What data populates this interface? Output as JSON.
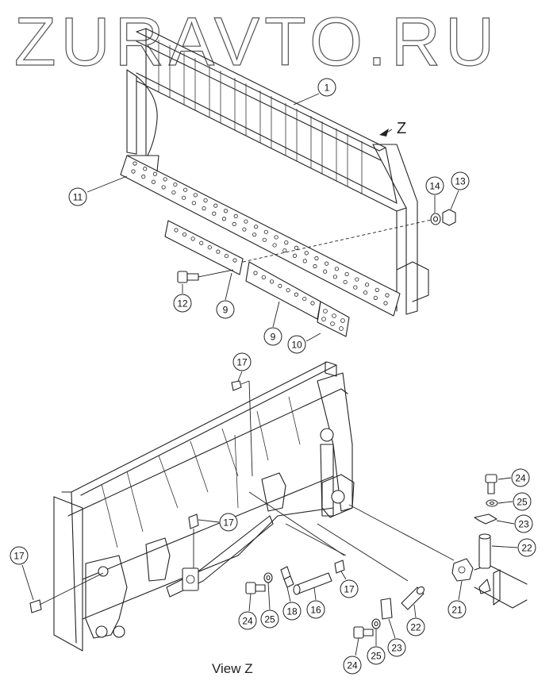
{
  "watermark": "ZURAVTO.RU",
  "view_label": "View Z",
  "view_marker": "Z",
  "callouts": {
    "c1": "1",
    "c9a": "9",
    "c9b": "9",
    "c10": "10",
    "c11": "11",
    "c12": "12",
    "c13": "13",
    "c14": "14",
    "c16": "16",
    "c17a": "17",
    "c17b": "17",
    "c17c": "17",
    "c17d": "17",
    "c18": "18",
    "c21": "21",
    "c22a": "22",
    "c22b": "22",
    "c23a": "23",
    "c23b": "23",
    "c24a": "24",
    "c24b": "24",
    "c24c": "24",
    "c25a": "25",
    "c25b": "25",
    "c25c": "25"
  }
}
